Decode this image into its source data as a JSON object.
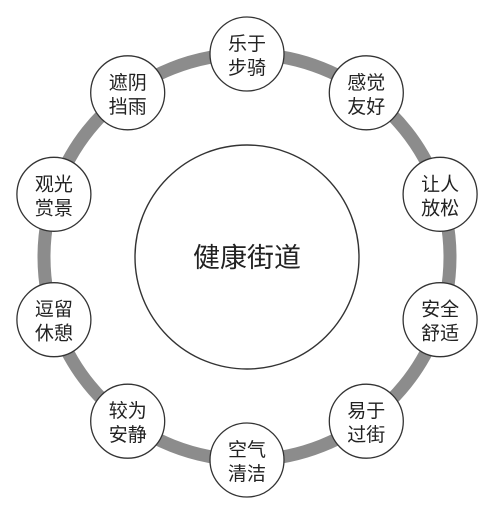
{
  "center": {
    "label": "健康街道"
  },
  "nodes": [
    {
      "lines": [
        "乐于",
        "步骑"
      ]
    },
    {
      "lines": [
        "感觉",
        "友好"
      ]
    },
    {
      "lines": [
        "让人",
        "放松"
      ]
    },
    {
      "lines": [
        "安全",
        "舒适"
      ]
    },
    {
      "lines": [
        "易于",
        "过街"
      ]
    },
    {
      "lines": [
        "空气",
        "清洁"
      ]
    },
    {
      "lines": [
        "较为",
        "安静"
      ]
    },
    {
      "lines": [
        "逗留",
        "休憩"
      ]
    },
    {
      "lines": [
        "观光",
        "赏景"
      ]
    },
    {
      "lines": [
        "遮阴",
        "挡雨"
      ]
    }
  ],
  "colors": {
    "ring": "#8c8c8c",
    "stroke": "#333333",
    "fill": "#ffffff",
    "text": "#222222"
  }
}
